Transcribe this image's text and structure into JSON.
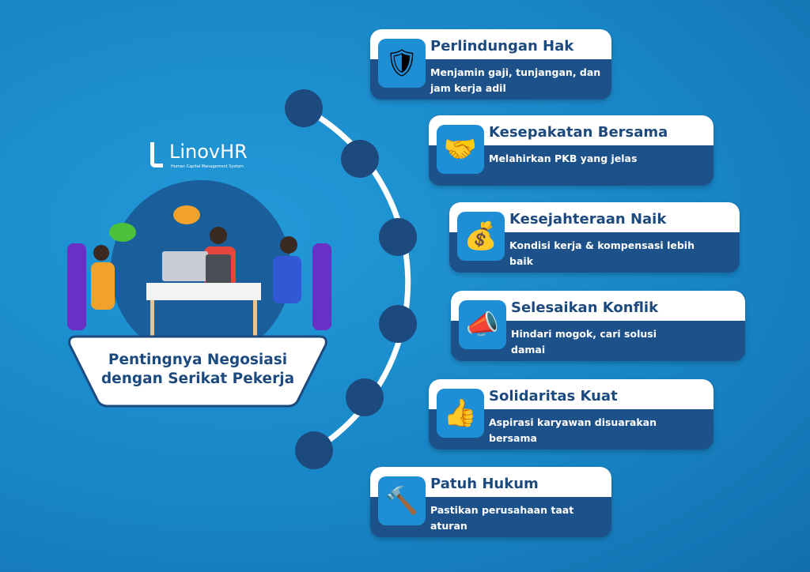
{
  "logo": {
    "brand": "LinovHR",
    "tagline": "Human Capital Management System"
  },
  "headline": {
    "line1": "Pentingnya Negosiasi",
    "line2": "dengan Serikat Pekerja"
  },
  "items": [
    {
      "title": "Perlindungan Hak",
      "desc": "Menjamin gaji, tunjangan, dan jam kerja adil",
      "icon": "shield-check-icon"
    },
    {
      "title": "Kesepakatan Bersama",
      "desc": "Melahirkan PKB yang jelas",
      "icon": "handshake-icon"
    },
    {
      "title": "Kesejahteraan Naik",
      "desc": "Kondisi kerja & kompensasi lebih baik",
      "icon": "money-bag-icon"
    },
    {
      "title": "Selesaikan Konflik",
      "desc": "Hindari mogok, cari solusi damai",
      "icon": "megaphone-icon"
    },
    {
      "title": "Solidaritas Kuat",
      "desc": "Aspirasi karyawan disuarakan bersama",
      "icon": "thumbs-up-icon"
    },
    {
      "title": "Patuh Hukum",
      "desc": "Pastikan perusahaan taat aturan",
      "icon": "gavel-icon"
    }
  ]
}
